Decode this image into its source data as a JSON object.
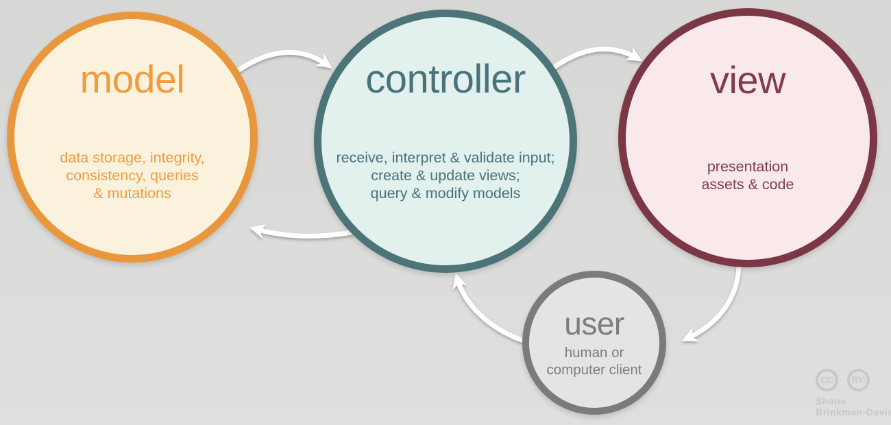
{
  "background": {
    "gradient_top": "#d7d7d6",
    "gradient_bottom": "#dfdfde",
    "arrow_color": "#ffffff"
  },
  "nodes": [
    {
      "id": "model",
      "label": "model",
      "description_lines": [
        "data storage, integrity,",
        "consistency, queries",
        "& mutations"
      ],
      "border_color": "#e9973c",
      "fill_color": "#fbf2de",
      "text_color": "#ed9d40"
    },
    {
      "id": "controller",
      "label": "controller",
      "description_lines": [
        "receive, interpret & validate input;",
        "create & update views;",
        "query & modify models"
      ],
      "border_color": "#4d7478",
      "fill_color": "#e2f0ee",
      "text_color": "#4a727c"
    },
    {
      "id": "view",
      "label": "view",
      "description_lines": [
        "presentation",
        "assets & code"
      ],
      "border_color": "#7b3844",
      "fill_color": "#fae9ea",
      "text_color": "#803d49"
    },
    {
      "id": "user",
      "label": "user",
      "description_lines": [
        "human or",
        "computer client"
      ],
      "border_color": "#7b7b7b",
      "fill_color": "#e4e4e3",
      "text_color": "#7d7d7d"
    }
  ],
  "arrows": [
    {
      "id": "model-to-controller",
      "from": "model",
      "to": "controller"
    },
    {
      "id": "controller-to-view",
      "from": "controller",
      "to": "view"
    },
    {
      "id": "controller-to-model",
      "from": "controller",
      "to": "model"
    },
    {
      "id": "view-to-user",
      "from": "view",
      "to": "user"
    },
    {
      "id": "user-to-controller",
      "from": "user",
      "to": "controller"
    }
  ],
  "attribution": {
    "cc_label": "CC",
    "by_label": "BY:",
    "author_line1": "Shane",
    "author_line2": "Brinkman-Davis",
    "color": "#c8c8c8"
  }
}
